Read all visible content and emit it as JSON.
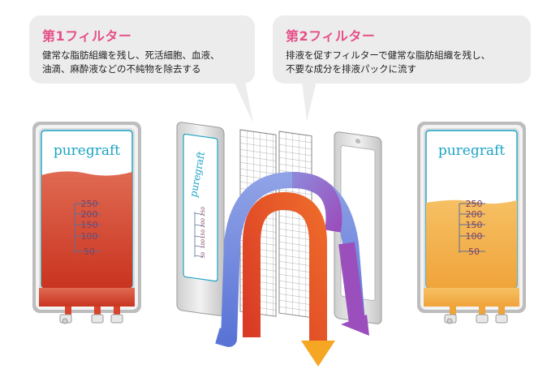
{
  "filter1": {
    "title": "第1フィルター",
    "desc_line1": "健常な脂肪組織を残し、死活細胞、血液、",
    "desc_line2": "油滴、麻酔液などの不純物を除去する"
  },
  "filter2": {
    "title": "第2フィルター",
    "desc_line1": "排液を促すフィルターで健常な脂肪組織を残し、",
    "desc_line2": "不要な成分を排液パックに流す"
  },
  "bag_brand": "puregraft",
  "scale_marks": [
    "250",
    "200",
    "150",
    "100",
    "50"
  ],
  "colors": {
    "callout_bg": "#ececec",
    "title_pink": "#e6508a",
    "brand_blue": "#1aa3c4",
    "blood_red": "#d9432b",
    "fat_orange": "#f2ac3c",
    "arrow_blue": "#6f86dc",
    "arrow_purple": "#9b5cc0",
    "arrow_red": "#e0452a",
    "arrow_orange": "#f5a623"
  }
}
